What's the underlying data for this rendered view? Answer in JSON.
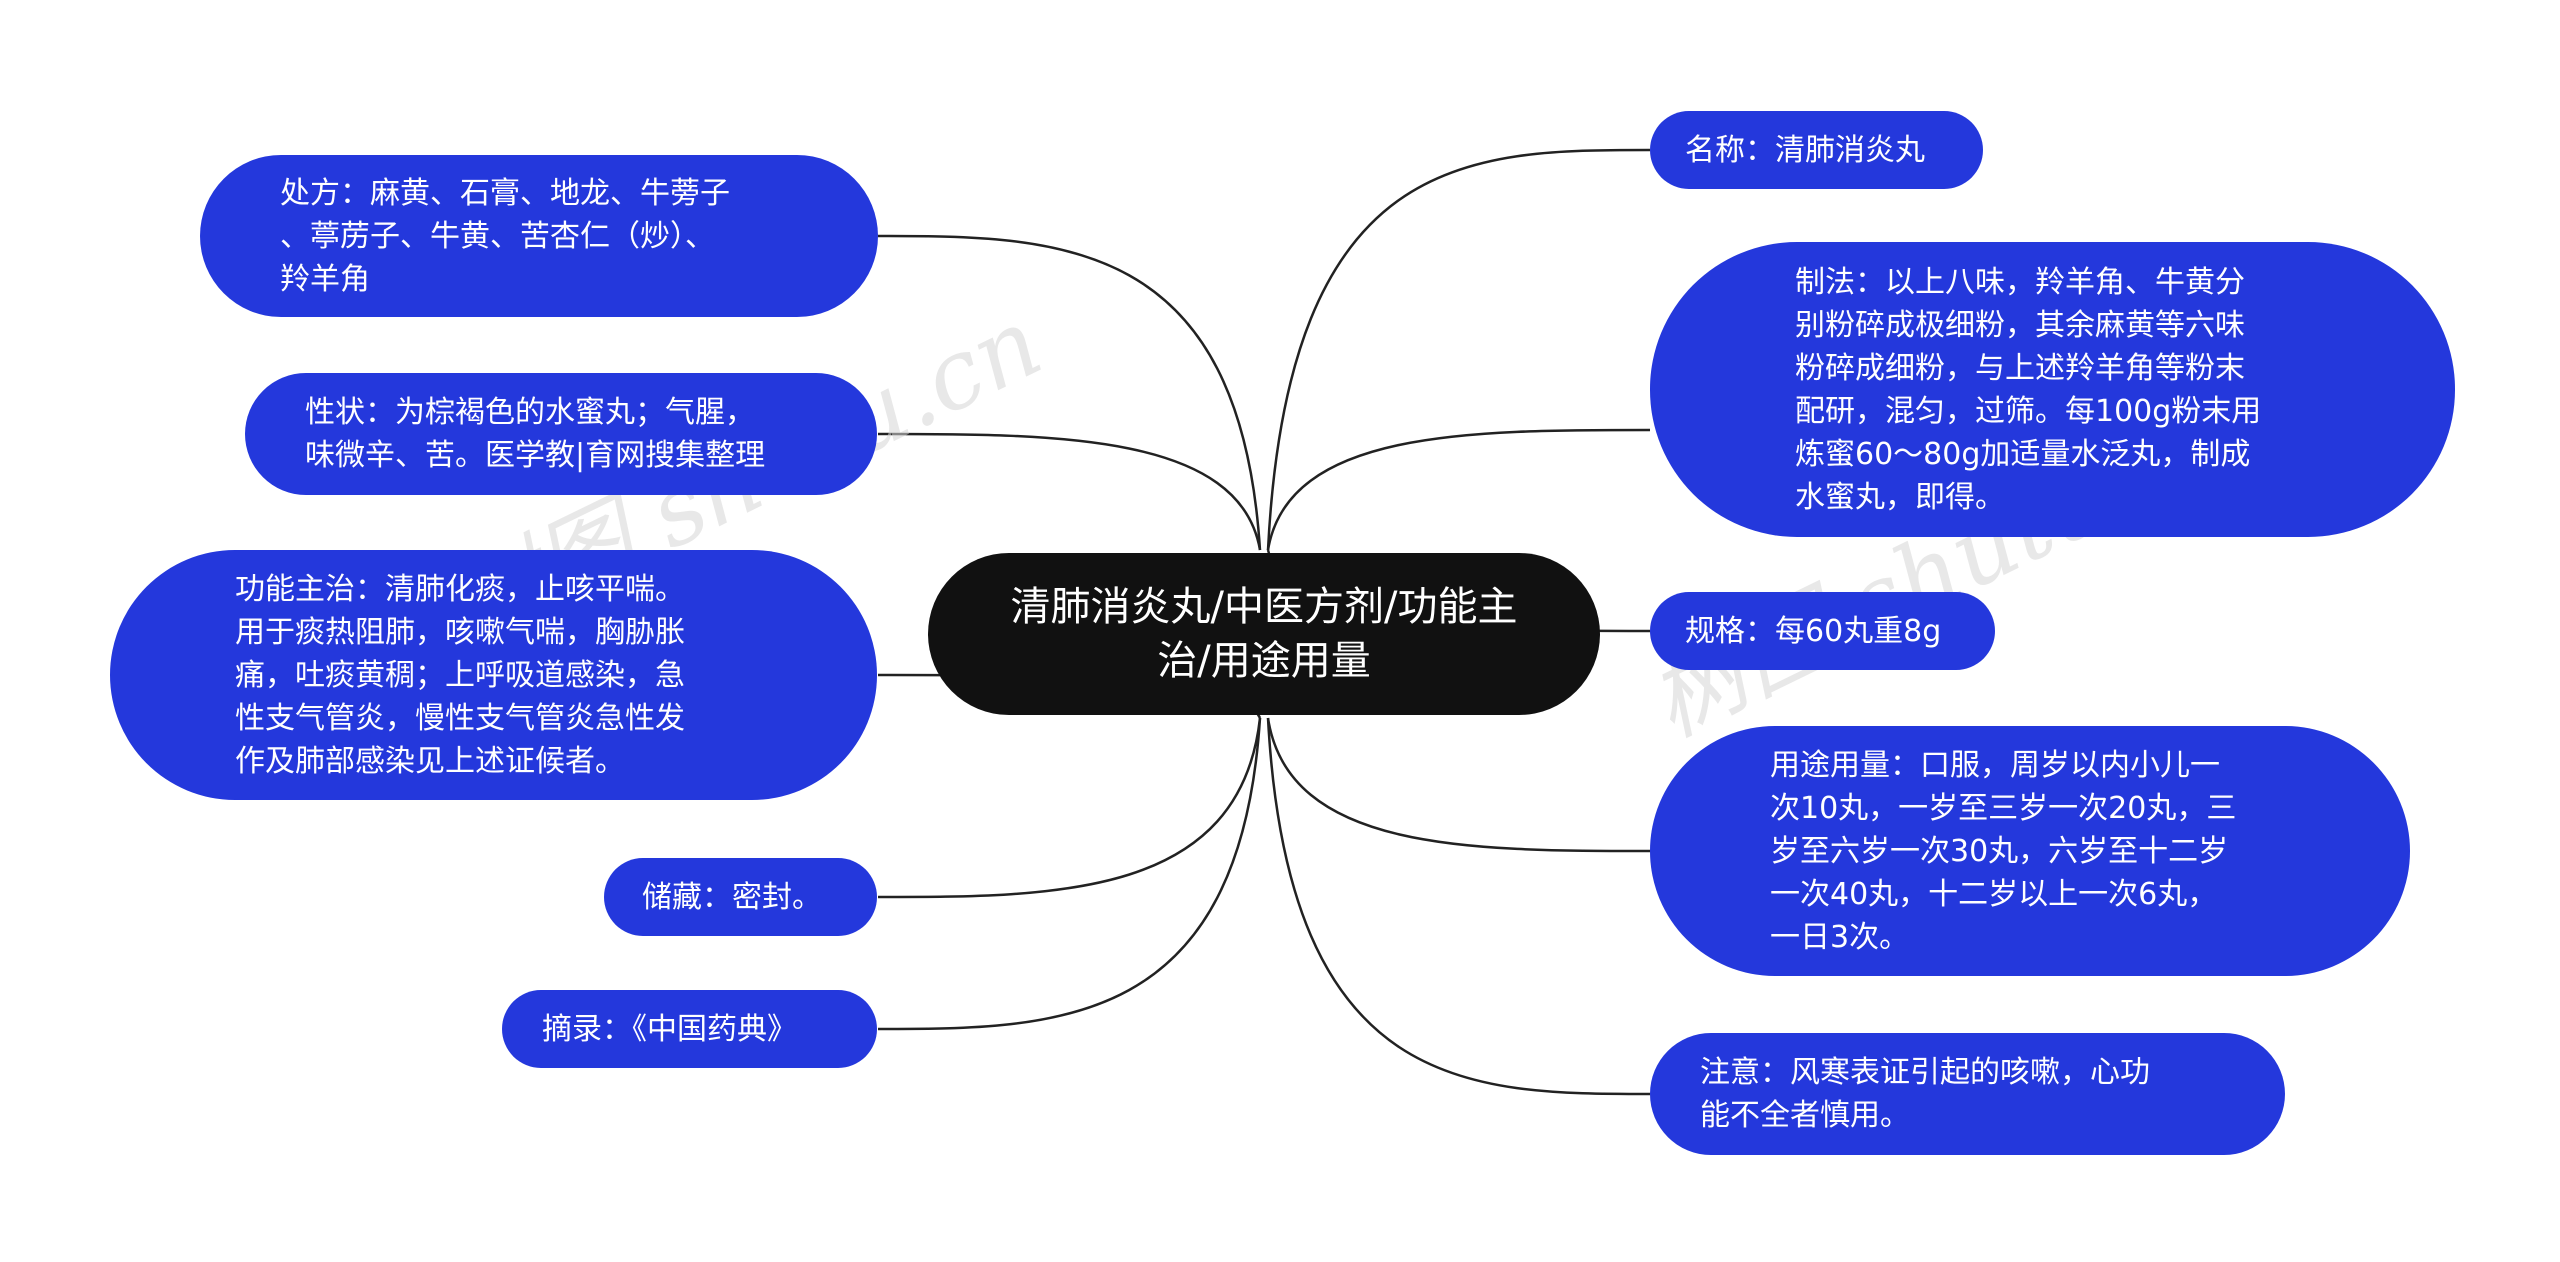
{
  "central": {
    "title": "清肺消炎丸/中医方剂/功能主治/用途用量"
  },
  "watermarks": [
    "树图 shutu.cn",
    "树图 shutu.cn"
  ],
  "left_branches": [
    {
      "id": "prescription",
      "text": "处方：麻黄、石膏、地龙、牛蒡子\n、葶苈子、牛黄、苦杏仁（炒）、\n羚羊角"
    },
    {
      "id": "properties",
      "text": "性状：为棕褐色的水蜜丸；气腥，\n味微辛、苦。医学教|育网搜集整理"
    },
    {
      "id": "indications",
      "text": "功能主治：清肺化痰，止咳平喘。\n用于痰热阻肺，咳嗽气喘，胸胁胀\n痛，吐痰黄稠；上呼吸道感染，急\n性支气管炎，慢性支气管炎急性发\n作及肺部感染见上述证候者。"
    },
    {
      "id": "storage",
      "text": "储藏：密封。"
    },
    {
      "id": "source",
      "text": "摘录：《中国药典》"
    }
  ],
  "right_branches": [
    {
      "id": "name",
      "text": "名称：清肺消炎丸"
    },
    {
      "id": "preparation",
      "text": "制法：以上八味，羚羊角、牛黄分\n别粉碎成极细粉，其余麻黄等六味\n粉碎成细粉，与上述羚羊角等粉末\n配研，混匀，过筛。每100g粉末用\n炼蜜60～80g加适量水泛丸，制成\n水蜜丸，即得。"
    },
    {
      "id": "specification",
      "text": "规格：每60丸重8g"
    },
    {
      "id": "dosage",
      "text": "用途用量：口服，周岁以内小儿一\n次10丸，一岁至三岁一次20丸，三\n岁至六岁一次30丸，六岁至十二岁\n一次40丸，十二岁以上一次6丸，\n一日3次。"
    },
    {
      "id": "caution",
      "text": "注意：风寒表证引起的咳嗽，心功\n能不全者慎用。"
    }
  ],
  "colors": {
    "node": "#2438dc",
    "central": "#111111",
    "link": "#222222"
  }
}
